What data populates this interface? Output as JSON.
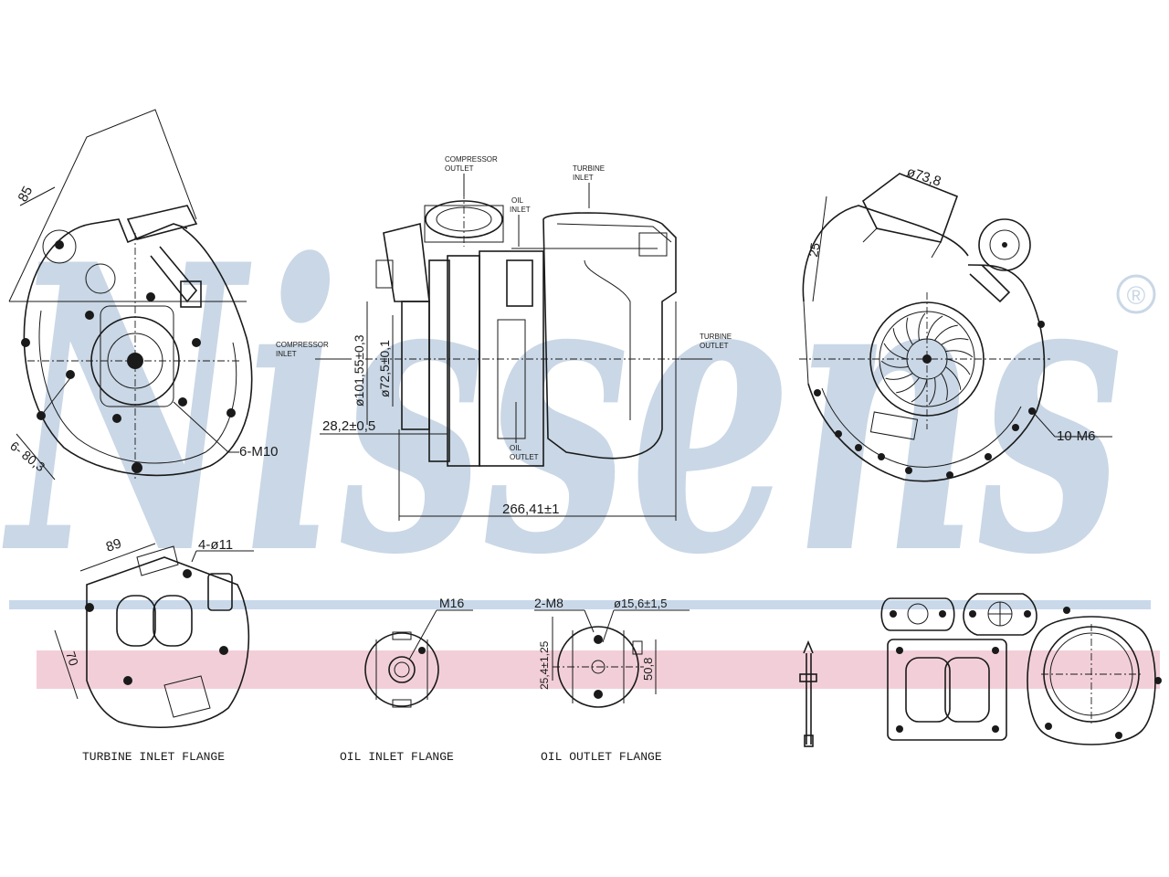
{
  "brand": {
    "name": "Nissens",
    "registered_mark": "®",
    "colors": {
      "watermark_blue": "#c9d7e6",
      "stripe_pink": "#f2cfd8",
      "stripe_blue": "#c9d9ea"
    }
  },
  "dimensions": {
    "top_left_angle": "85",
    "bolt_circle": "6- 80,3",
    "left_bolts": "6-M10",
    "compressor_bore": "ø101,55±0,3",
    "compressor_bore_inner": "ø72,5±0,1",
    "flange_offset": "28,2±0,5",
    "overall_length": "266,41±1",
    "turbine_outlet_dia": "ø73,8",
    "turbine_outlet_height": "25",
    "right_bolts": "10-M6",
    "inlet_flange_width": "89",
    "inlet_flange_holes": "4-ø11",
    "inlet_flange_height": "70",
    "oil_inlet_thread": "M16",
    "oil_outlet_bolts": "2-M8",
    "oil_outlet_dia": "ø15,6±1,5",
    "oil_outlet_height": "25,4±1,25",
    "oil_outlet_spacing": "50,8"
  },
  "callouts": {
    "compressor_outlet": [
      "COMPRESSOR",
      "OUTLET"
    ],
    "turbine_inlet": [
      "TURBINE",
      "INLET"
    ],
    "oil_inlet": [
      "OIL",
      "INLET"
    ],
    "compressor_inlet": [
      "COMPRESSOR",
      "INLET"
    ],
    "turbine_outlet": [
      "TURBINE",
      "OUTLET"
    ],
    "oil_outlet": [
      "OIL",
      "OUTLET"
    ]
  },
  "captions": {
    "turbine_inlet_flange": "TURBINE  INLET  FLANGE",
    "oil_inlet_flange": "OIL  INLET  FLANGE",
    "oil_outlet_flange": "OIL  OUTLET  FLANGE"
  },
  "icons": [
    "registered-icon",
    "bolt-icon"
  ]
}
